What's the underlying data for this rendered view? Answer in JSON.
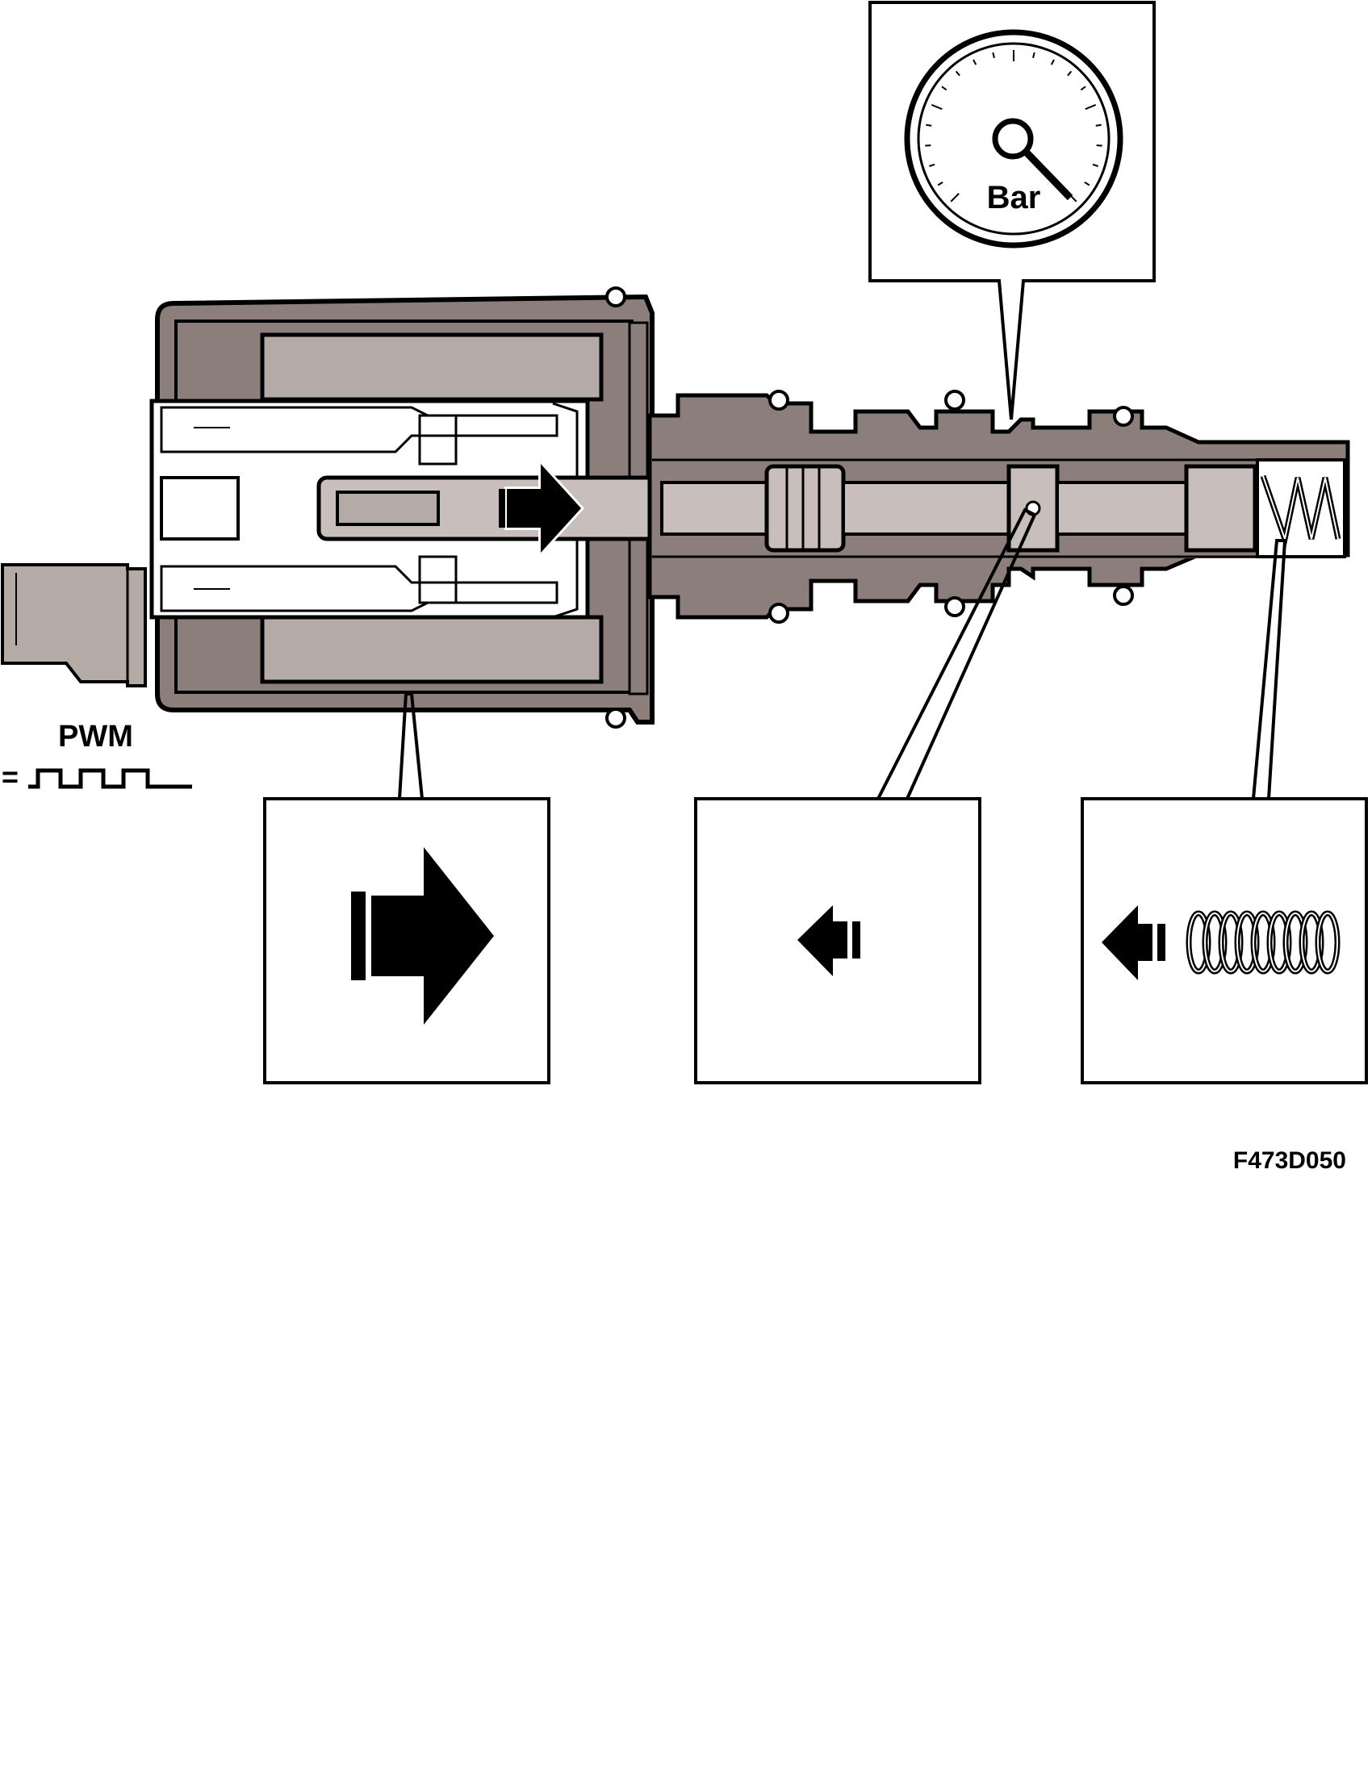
{
  "diagram": {
    "gauge_unit": "Bar",
    "signal_label": "PWM",
    "signal_prefix": "=",
    "figure_code": "F473D050"
  },
  "colors": {
    "housing": "#8c7f7b",
    "coil": "#b4aaa6",
    "spool": "#c8bebb",
    "outline": "#000000",
    "background": "#ffffff"
  }
}
